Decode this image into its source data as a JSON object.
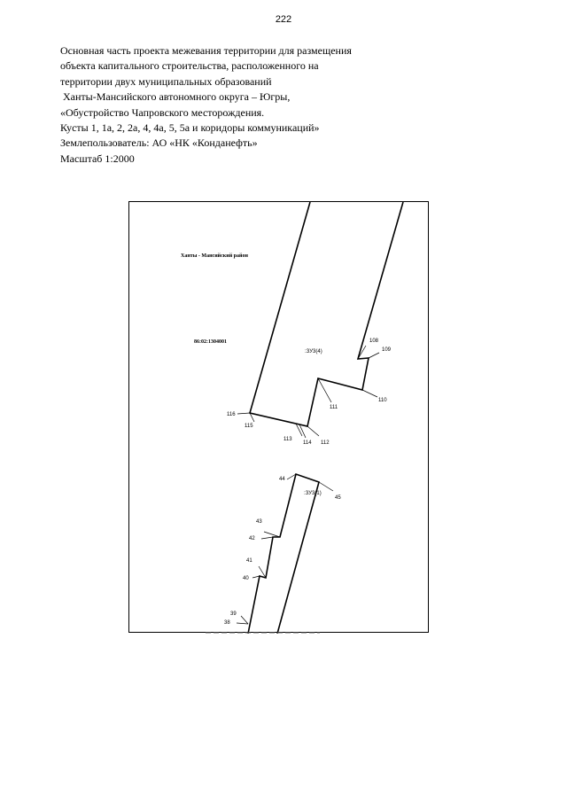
{
  "page": {
    "number": "222"
  },
  "header": {
    "lines": [
      "Основная часть проекта межевания территории для размещения",
      "объекта капитального строительства, расположенного на",
      "территории двух муниципальных образований",
      " Ханты-Мансийского автономного округа – Югры,",
      "«Обустройство Чапровского месторождения.",
      "Кусты 1, 1а, 2, 2а, 4, 4а, 5, 5а и коридоры коммуникаций»",
      "Землепользователь: АО «НК «Конданефть»",
      "Масштаб 1:2000"
    ]
  },
  "map": {
    "labels": {
      "district": "Ханты - Мансийский район",
      "cadastral": "86:02:1304001",
      "zone_upper": ":ЗУ3(4)",
      "zone_lower": ":ЗУ3(1)"
    },
    "points": {
      "p108": "108",
      "p109": "109",
      "p110": "110",
      "p111": "111",
      "p112": "112",
      "p113": "113",
      "p114": "114",
      "p115": "115",
      "p116": "116",
      "p44": "44",
      "p45": "45",
      "p43": "43",
      "p42": "42",
      "p41": "41",
      "p40": "40",
      "p39": "39",
      "p38": "38"
    }
  }
}
